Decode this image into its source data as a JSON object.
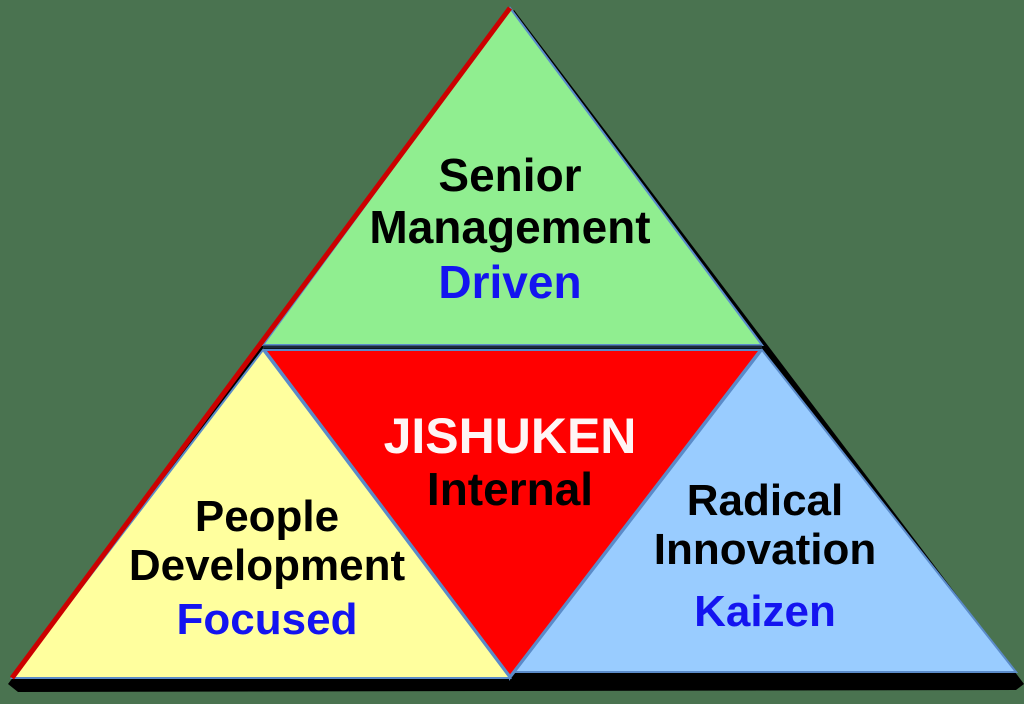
{
  "diagram": {
    "title": "Jishuken pyramid",
    "background_color": "#4a7350",
    "sections": [
      {
        "id": "top",
        "position": "top",
        "fill": "#90ee90",
        "lines": [
          "Senior",
          "Management"
        ],
        "accent": "Driven"
      },
      {
        "id": "center",
        "position": "center (inverted)",
        "fill": "#ff0000",
        "title": "JISHUKEN",
        "subtitle": "Internal"
      },
      {
        "id": "left",
        "position": "bottom-left",
        "fill": "#ffff9e",
        "lines": [
          "People",
          "Development"
        ],
        "accent": "Focused"
      },
      {
        "id": "right",
        "position": "bottom-right",
        "fill": "#99ccff",
        "lines": [
          "Radical",
          "Innovation"
        ],
        "accent": "Kaizen"
      }
    ],
    "colors": {
      "text_dark": "#000000",
      "text_accent": "#1414f0",
      "text_center_title": "#fff5f5",
      "left_edge": "#cc0000",
      "edge_outline": "#5b8bc9",
      "shadow": "#000000"
    }
  }
}
